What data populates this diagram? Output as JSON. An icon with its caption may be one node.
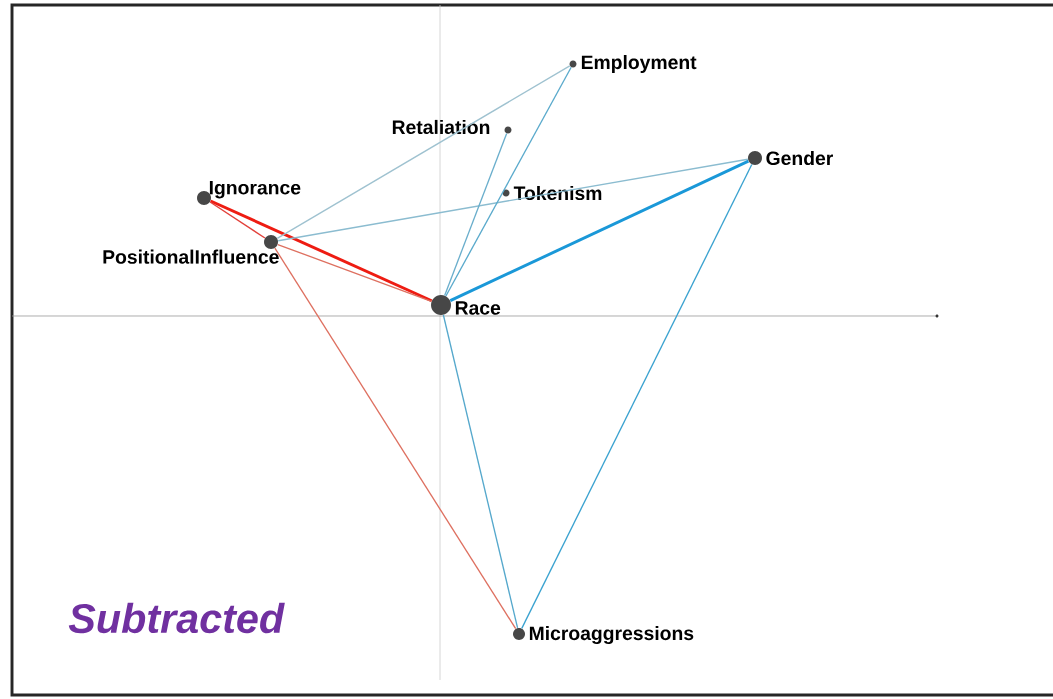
{
  "diagram": {
    "nodes": [
      {
        "text": [
          "Employment"
        ]
      },
      {
        "text": [
          "Retaliation"
        ]
      },
      {
        "text": [
          "Gender"
        ]
      },
      {
        "text": [
          "Ignorance"
        ]
      },
      {
        "text": [
          "Tokenism"
        ]
      },
      {
        "text": [
          "PositionalInfluence"
        ]
      },
      {
        "text": [
          "Race"
        ]
      },
      {
        "text": [
          "Microaggressions"
        ]
      }
    ],
    "edges": [
      {
        "from": 3,
        "to": 6,
        "arrow": "none",
        "style": "thick",
        "color": "#ee1c12"
      },
      {
        "from": 3,
        "to": 5,
        "arrow": "none",
        "color": "#e2403a"
      },
      {
        "from": 5,
        "to": 6,
        "arrow": "none",
        "color": "#de7060"
      },
      {
        "from": 5,
        "to": 7,
        "arrow": "none",
        "color": "#de7060"
      },
      {
        "from": 5,
        "to": 0,
        "arrow": "none",
        "color": "#9fc2d0"
      },
      {
        "from": 5,
        "to": 2,
        "arrow": "none",
        "color": "#8bbcd0"
      },
      {
        "from": 6,
        "to": 0,
        "arrow": "none",
        "color": "#5aaacc"
      },
      {
        "from": 6,
        "to": 1,
        "arrow": "none",
        "color": "#6aaecc"
      },
      {
        "from": 6,
        "to": 2,
        "arrow": "none",
        "style": "thick",
        "color": "#1a98d8"
      },
      {
        "from": 6,
        "to": 7,
        "arrow": "none",
        "color": "#55a8cc"
      },
      {
        "from": 2,
        "to": 7,
        "arrow": "none",
        "color": "#3aa2d0"
      }
    ],
    "labels": [
      "Subtracted"
    ]
  }
}
